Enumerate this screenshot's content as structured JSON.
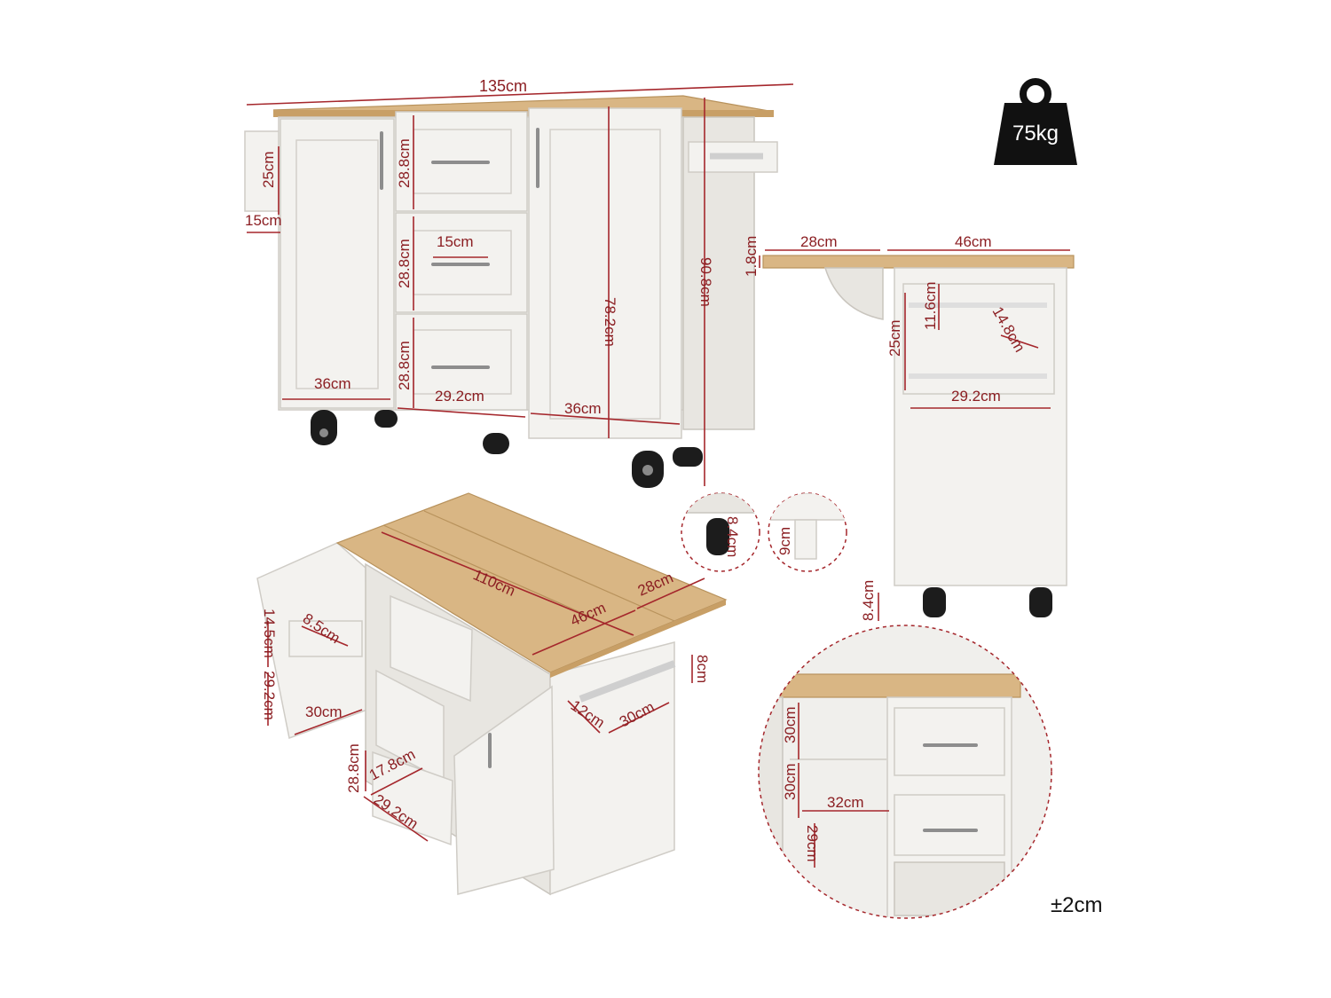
{
  "weight": {
    "label": "75kg"
  },
  "tolerance": {
    "label": "±2cm"
  },
  "front_view": {
    "width_total": "135cm",
    "towel_rack_height": "25cm",
    "towel_rack_depth": "15cm",
    "drawer_height_1": "28.8cm",
    "drawer_height_2": "28.8cm",
    "drawer_height_3": "28.8cm",
    "handle_length": "15cm",
    "door_height": "78.2cm",
    "total_height": "90.8cm",
    "left_door_width": "36cm",
    "drawer_width": "29.2cm",
    "right_door_width": "36cm"
  },
  "side_view": {
    "top_thickness": "1.8cm",
    "leaf_width": "28cm",
    "top_depth": "46cm",
    "rack_spacing": "11.6cm",
    "rack_height": "25cm",
    "rack_depth": "14.8cm",
    "rack_width": "29.2cm",
    "ground_clearance": "8.4cm"
  },
  "details": {
    "wheel_height": "8.4cm",
    "foot_height": "9cm"
  },
  "perspective_view": {
    "top_length": "110cm",
    "leaf_width": "28cm",
    "top_depth": "46cm",
    "door_shelf_height": "14.5cm",
    "door_shelf_depth": "8.5cm",
    "door_lower_height": "29.2cm",
    "door_shelf_width": "30cm",
    "towel_bar_height": "8cm",
    "towel_bar_depth": "12cm",
    "towel_bar_width": "30cm",
    "drawer_height": "28.8cm",
    "drawer_depth": "17.8cm",
    "drawer_width": "29.2cm"
  },
  "interior_view": {
    "upper_height": "30cm",
    "lower_height": "30cm",
    "shelf_width": "32cm",
    "shelf_depth": "29cm"
  }
}
